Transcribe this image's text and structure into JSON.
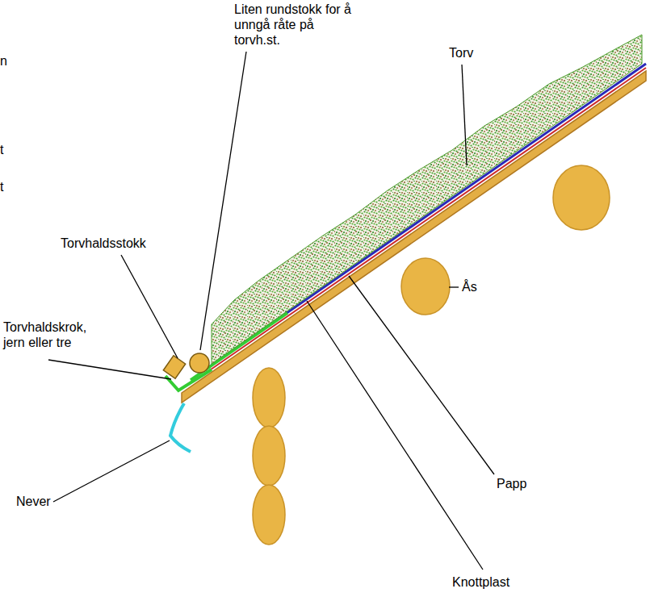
{
  "diagram": {
    "labels": [
      "n",
      "t",
      "t",
      "Liten rundstokk for å unngå råte på torvh.st.",
      "Torvhaldsstokk",
      "Torv",
      "Torvhaldskrok, jern eller tre",
      "Ås",
      "Papp",
      "Never",
      "Knottplast"
    ]
  }
}
